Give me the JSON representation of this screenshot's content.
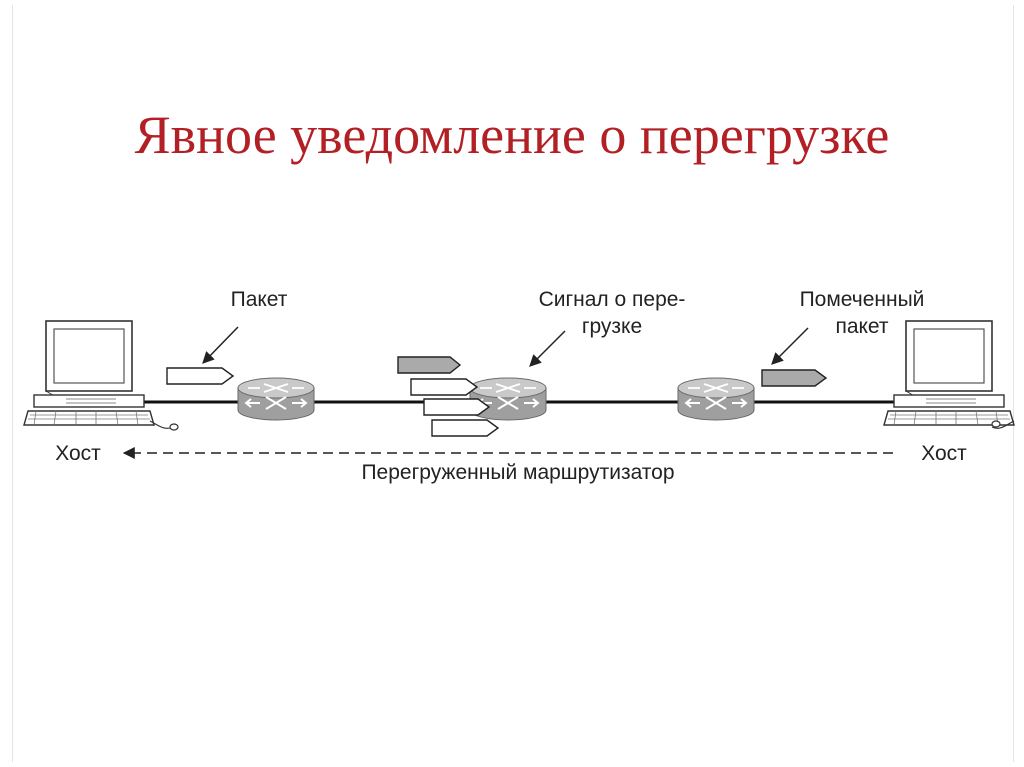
{
  "title": "Явное уведомление о перегрузке",
  "labels": {
    "packet": "Пакет",
    "signal_line1": "Сигнал о пере-",
    "signal_line2": "грузке",
    "marked_line1": "Помеченный",
    "marked_line2": "пакет",
    "host_left": "Хост",
    "host_right": "Хост",
    "congested_router": "Перегруженный маршрутизатор"
  },
  "colors": {
    "title": "#b21f24",
    "router_body": "#b9b9b9",
    "marked_packet": "#aaaaaa"
  },
  "icons": [
    "computer-icon",
    "router-icon",
    "packet-icon"
  ]
}
